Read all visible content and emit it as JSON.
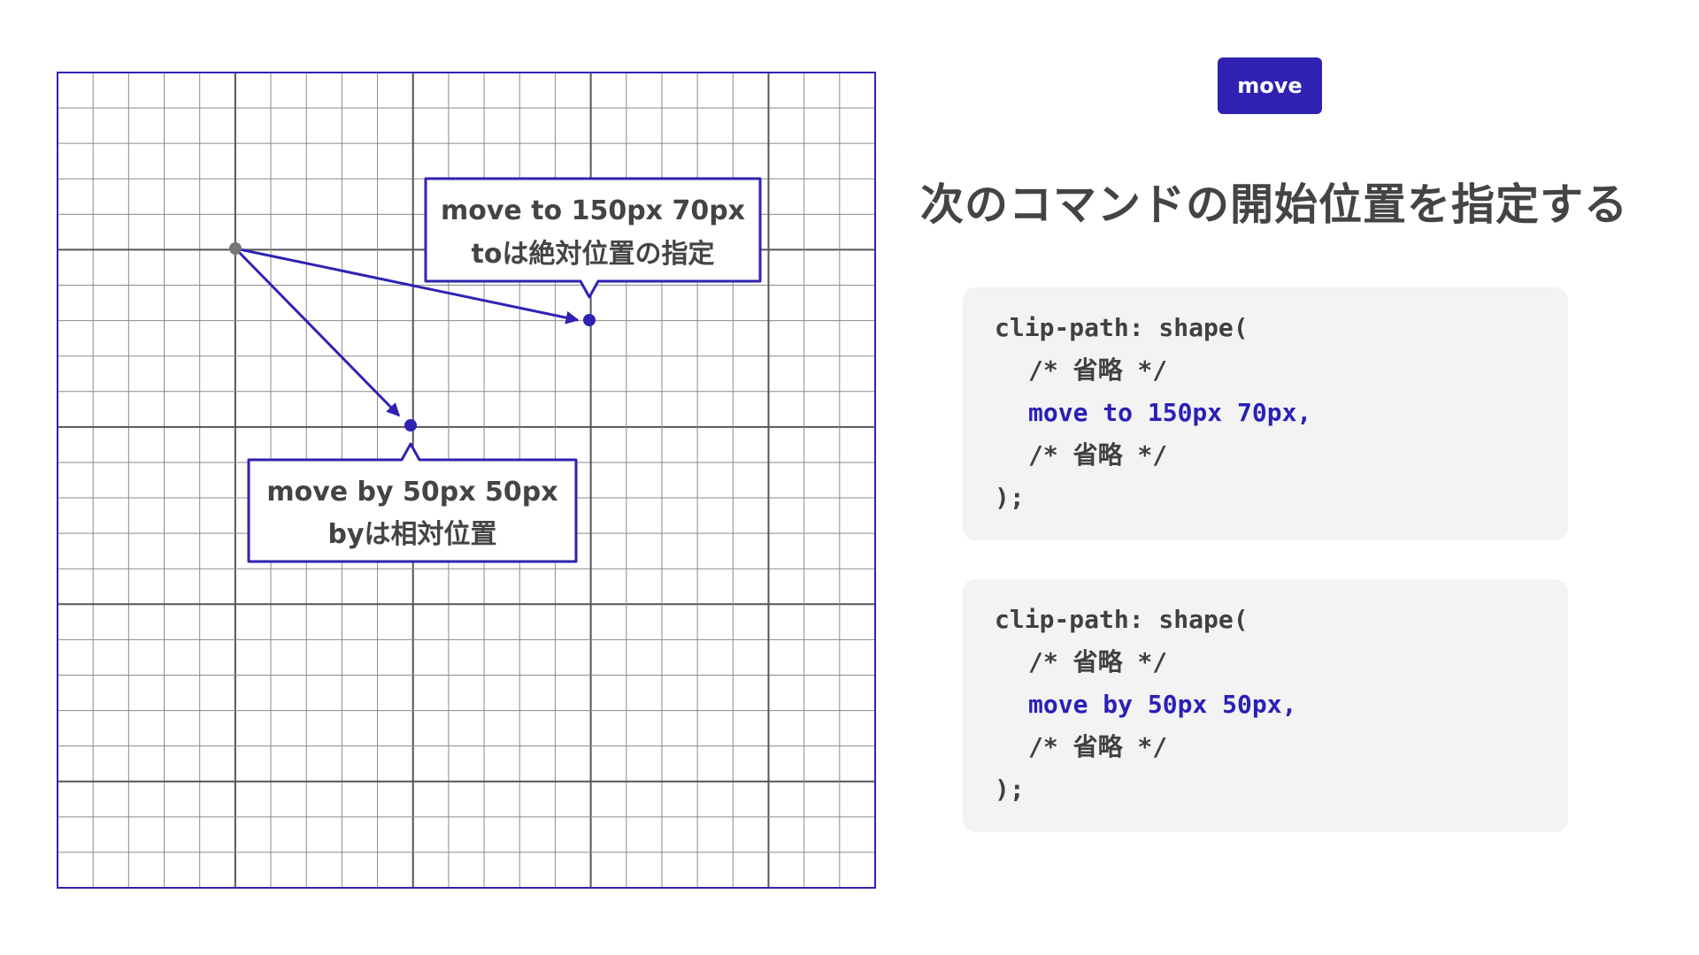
{
  "badge": {
    "label": "move"
  },
  "heading": "次のコマンドの開始位置を指定する",
  "callouts": {
    "to": {
      "line1": "move to 150px 70px",
      "line2": "toは絶対位置の指定"
    },
    "by": {
      "line1": "move by 50px 50px",
      "line2": "byは相対位置"
    }
  },
  "code_blocks": [
    {
      "lines": [
        "clip-path: shape(",
        "/* 省略 */",
        "move to 150px 70px,",
        "/* 省略 */",
        ");"
      ]
    },
    {
      "lines": [
        "clip-path: shape(",
        "/* 省略 */",
        "move by 50px 50px,",
        "/* 省略 */",
        ");"
      ]
    }
  ],
  "colors": {
    "accent": "#2f22b2",
    "grid_minor": "#8a8a8a",
    "grid_major": "#555555",
    "start_point": "#777777",
    "code_background": "#f2f3f2",
    "text": "#444444"
  }
}
